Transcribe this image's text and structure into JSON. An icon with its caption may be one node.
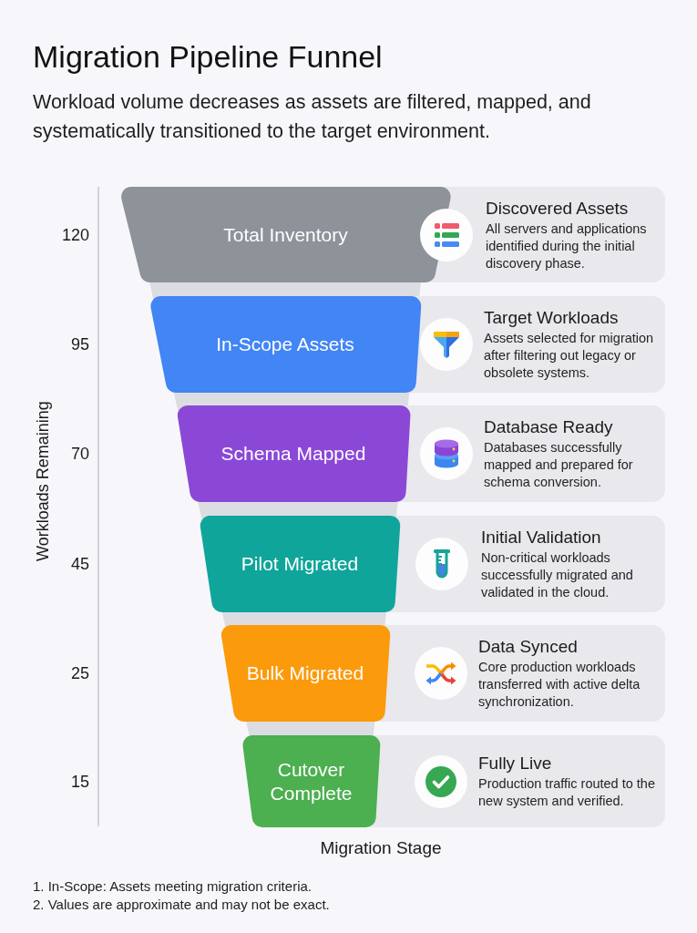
{
  "diagram": {
    "title": "Migration Pipeline Funnel",
    "nodes": [
      {
        "text": [
          "Total Inventory"
        ]
      },
      {
        "text": [
          "Discovered Assets",
          "All servers and applications identified during the initial discovery phase."
        ]
      },
      {
        "text": [
          "In-Scope Assets"
        ]
      },
      {
        "text": [
          "Target Workloads",
          "Assets selected for migration after filtering out legacy or obsolete systems."
        ]
      },
      {
        "text": [
          "Schema Mapped"
        ]
      },
      {
        "text": [
          "Database Ready",
          "Databases successfully mapped and prepared for schema conversion."
        ]
      },
      {
        "text": [
          "Pilot Migrated"
        ]
      },
      {
        "text": [
          "Initial Validation",
          "Non-critical workloads successfully migrated and validated in the cloud."
        ]
      },
      {
        "text": [
          "Bulk Migrated"
        ]
      },
      {
        "text": [
          "Data Synced",
          "Core production workloads transferred with active delta synchronization."
        ]
      },
      {
        "text": [
          "Cutover Complete"
        ]
      },
      {
        "text": [
          "Fully Live",
          "Production traffic routed to the new system and verified."
        ]
      }
    ],
    "labels": [
      "Workload volume decreases as assets are filtered, mapped, and systematically transitioned to the target environment.",
      "Workloads Remaining",
      "120",
      "95",
      "70",
      "45",
      "25",
      "15",
      "Migration Stage",
      "1. In-Scope: Assets meeting migration criteria.",
      "2. Values are approximate and may not be exact."
    ]
  }
}
